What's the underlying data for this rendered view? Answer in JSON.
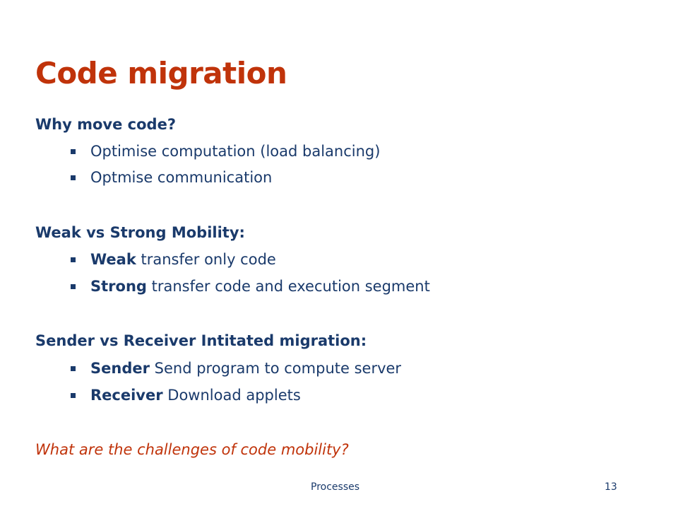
{
  "slide": {
    "title": "Code migration",
    "sections": [
      {
        "heading": "Why move code?",
        "bullets": [
          {
            "strong": "",
            "text": "Optimise computation (load balancing)"
          },
          {
            "strong": "",
            "text": "Optmise communication"
          }
        ]
      },
      {
        "heading": "Weak vs Strong Mobility:",
        "bullets": [
          {
            "strong": "Weak",
            "text": " transfer only code"
          },
          {
            "strong": "Strong",
            "text": " transfer code and execution segment"
          }
        ]
      },
      {
        "heading": "Sender vs Receiver Intitated migration:",
        "bullets": [
          {
            "strong": "Sender",
            "text": " Send program to compute server"
          },
          {
            "strong": "Receiver",
            "text": " Download applets"
          }
        ]
      }
    ],
    "question": "What are the challenges of code mobility?",
    "footer": {
      "label": "Processes",
      "page_number": "13"
    },
    "colors": {
      "title": "#c0330a",
      "body": "#1a3a6b",
      "question": "#c0330a",
      "background": "#ffffff"
    }
  }
}
